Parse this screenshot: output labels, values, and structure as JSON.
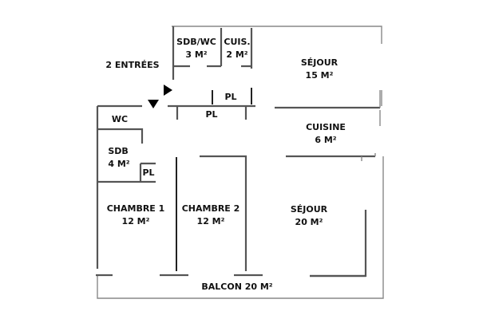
{
  "plan": {
    "entrances_label": "2 ENTRÉES",
    "rooms": [
      {
        "id": "sdb-wc",
        "name": "SDB/WC",
        "area": "3 M²"
      },
      {
        "id": "cuis",
        "name": "CUIS.",
        "area": "2 M²"
      },
      {
        "id": "sejour-1",
        "name": "SÉJOUR",
        "area": "15 M²"
      },
      {
        "id": "cuisine",
        "name": "CUISINE",
        "area": "6 M²"
      },
      {
        "id": "wc",
        "name": "WC",
        "area": ""
      },
      {
        "id": "sdb",
        "name": "SDB",
        "area": "4 M²"
      },
      {
        "id": "chambre-1",
        "name": "CHAMBRE 1",
        "area": "12 M²"
      },
      {
        "id": "chambre-2",
        "name": "CHAMBRE 2",
        "area": "12 M²"
      },
      {
        "id": "sejour-2",
        "name": "SÉJOUR",
        "area": "20 M²"
      },
      {
        "id": "balcon",
        "name": "BALCON 20 M²",
        "area": ""
      }
    ],
    "closets": [
      {
        "id": "pl-top",
        "label": "PL"
      },
      {
        "id": "pl-hall",
        "label": "PL"
      },
      {
        "id": "pl-sdb",
        "label": "PL"
      }
    ]
  }
}
